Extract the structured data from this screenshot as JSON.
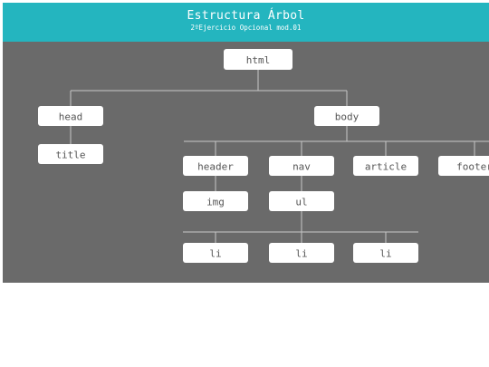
{
  "header": {
    "title": "Estructura Árbol",
    "subtitle": "2ºEjercicio Opcional mod.01",
    "color": "#24b5bf"
  },
  "canvas_color": "#6a6a6a",
  "nodes": [
    {
      "id": "html",
      "label": "html"
    },
    {
      "id": "head",
      "label": "head"
    },
    {
      "id": "body",
      "label": "body"
    },
    {
      "id": "title",
      "label": "title"
    },
    {
      "id": "header",
      "label": "header"
    },
    {
      "id": "nav",
      "label": "nav"
    },
    {
      "id": "article",
      "label": "article"
    },
    {
      "id": "footer",
      "label": "footer"
    },
    {
      "id": "img",
      "label": "img"
    },
    {
      "id": "ul",
      "label": "ul"
    },
    {
      "id": "li1",
      "label": "li"
    },
    {
      "id": "li2",
      "label": "li"
    },
    {
      "id": "li3",
      "label": "li"
    }
  ],
  "edges": [
    [
      "html",
      "head"
    ],
    [
      "html",
      "body"
    ],
    [
      "head",
      "title"
    ],
    [
      "body",
      "header"
    ],
    [
      "body",
      "nav"
    ],
    [
      "body",
      "article"
    ],
    [
      "body",
      "footer"
    ],
    [
      "header",
      "img"
    ],
    [
      "nav",
      "ul"
    ],
    [
      "ul",
      "li1"
    ],
    [
      "ul",
      "li2"
    ],
    [
      "ul",
      "li3"
    ]
  ]
}
